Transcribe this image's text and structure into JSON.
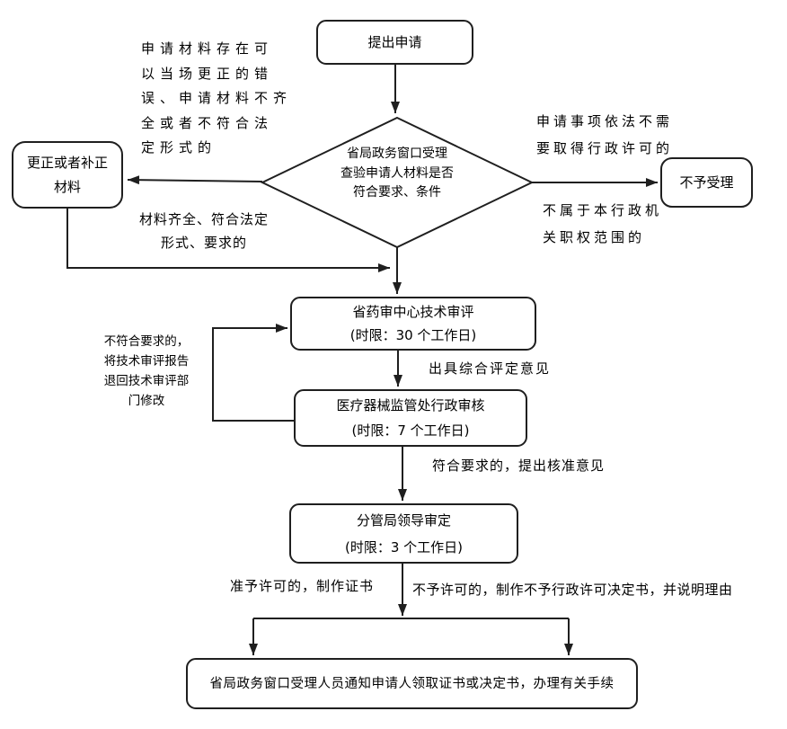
{
  "diagram": {
    "type": "flowchart",
    "colors": {
      "line": "#1f1f1f",
      "background": "#ffffff",
      "text": "#000000"
    },
    "nodes": {
      "start": "提出申请",
      "decision": "省局政务窗口受理\n查验申请人材料是否\n符合要求、条件",
      "correct": "更正或者补正\n材料",
      "reject": "不予受理",
      "review": "省药审中心技术审评\n(时限：30 个工作日)",
      "admin_check": "医疗器械监管处行政审核\n(时限：7 个工作日)",
      "leader": "分管局领导审定\n(时限：3 个工作日)",
      "notify": "省局政务窗口受理人员通知申请人领取证书或决定书，办理有关手续"
    },
    "labels": {
      "correctable_error": "申请材料存在可\n以当场更正的错\n误、申请材料不齐\n全或者不符合法\n定形式的",
      "no_license_needed": "申请事项依法不需\n要取得行政许可的",
      "not_in_scope": "不属于本行政机\n关职权范围的",
      "materials_complete": "材料齐全、符合法定\n形式、要求的",
      "issue_opinion": "出具综合评定意见",
      "return_for_revision": "不符合要求的，\n将技术审评报告\n退回技术审评部\n门修改",
      "qualified_propose": "符合要求的，提出核准意见",
      "grant_license": "准予许可的，制作证书",
      "deny_license": "不予许可的，制作不予行政许可决定书，并说明理由"
    }
  }
}
